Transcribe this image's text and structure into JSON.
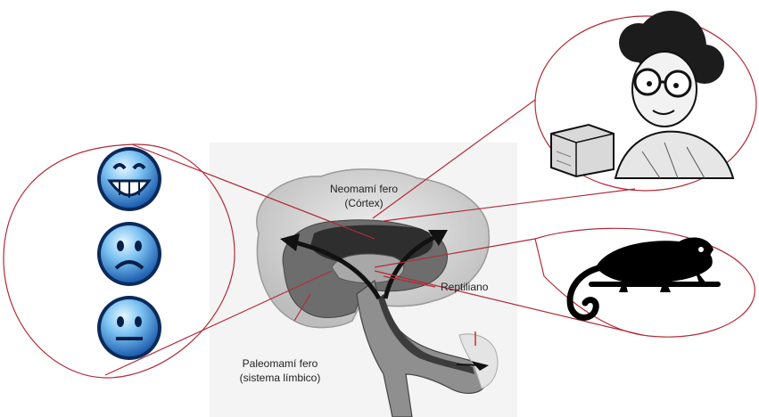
{
  "labels": {
    "neo_line1": "Neomamí fero",
    "neo_line2": "(Córtex)",
    "reptile": "Reptiliano",
    "paleo_line1": "Paleomamí fero",
    "paleo_line2": "(sistema límbico)"
  },
  "icons": {
    "faces": [
      "laughing-face-icon",
      "sad-face-icon",
      "neutral-face-icon"
    ],
    "thinker": "person-with-glasses-illustration",
    "reptile": "chameleon-silhouette-icon"
  },
  "colors": {
    "connector": "#b22b3a",
    "face_light": "#bfe6ff",
    "face_dark": "#1f5fb0",
    "brain_dark": "#2e2e2e",
    "brain_mid": "#6a6a6a",
    "brain_light": "#cfcfcf"
  }
}
